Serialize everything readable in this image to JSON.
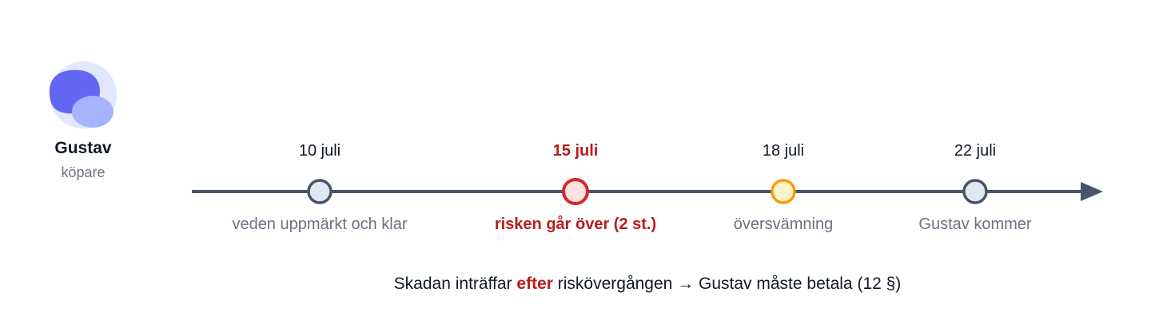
{
  "person": {
    "name": "Gustav",
    "role": "köpare",
    "colors": {
      "avatar_bg": "#e0e7ff",
      "avatar_primary": "#6366f1",
      "avatar_secondary": "#a5b4fc"
    }
  },
  "timeline": {
    "axis_color": "#475569",
    "events": [
      {
        "date": "10 juli",
        "label": "veden uppmärkt och klar",
        "state": "neutral",
        "stroke": "#475569",
        "fill": "#e2e8f0"
      },
      {
        "date": "15 juli",
        "label": "risken går över (2 st.)",
        "state": "highlight",
        "stroke": "#dc2626",
        "fill": "#fee2e2"
      },
      {
        "date": "18 juli",
        "label": "översvämning",
        "state": "warning",
        "stroke": "#f59e0b",
        "fill": "#fef3c7"
      },
      {
        "date": "22 juli",
        "label": "Gustav kommer",
        "state": "neutral",
        "stroke": "#475569",
        "fill": "#e2e8f0"
      }
    ]
  },
  "conclusion": {
    "before": "Skadan inträffar ",
    "emphasis": "efter",
    "after": " riskövergången → Gustav måste betala (12 §)",
    "emphasis_color": "#b91c1c"
  }
}
